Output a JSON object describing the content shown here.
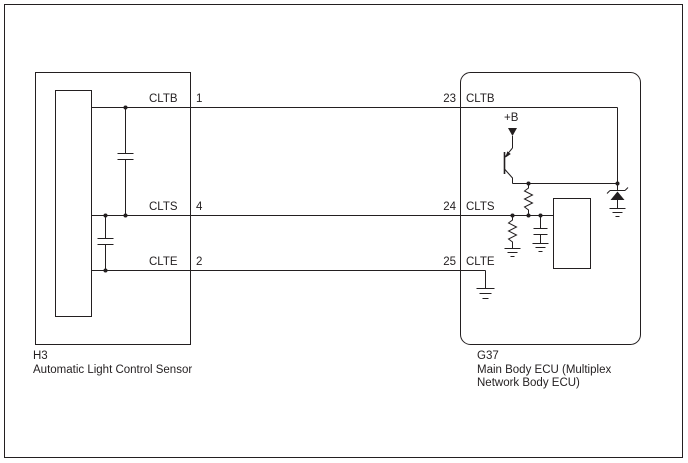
{
  "diagram": {
    "sensor": {
      "code": "H3",
      "name": "Automatic Light Control Sensor",
      "pins": [
        {
          "label": "CLTB",
          "number": "1"
        },
        {
          "label": "CLTS",
          "number": "4"
        },
        {
          "label": "CLTE",
          "number": "2"
        }
      ]
    },
    "ecu": {
      "code": "G37",
      "name_line1": "Main Body ECU (Multiplex",
      "name_line2": "Network Body ECU)",
      "power_label": "+B",
      "pins": [
        {
          "number": "23",
          "label": "CLTB"
        },
        {
          "number": "24",
          "label": "CLTS"
        },
        {
          "number": "25",
          "label": "CLTE"
        }
      ]
    },
    "colors": {
      "line": "#231f20",
      "background": "#ffffff"
    },
    "symbols": [
      "capacitor",
      "transistor",
      "resistor",
      "zener-diode",
      "ground",
      "power-feed-arrow",
      "ic-box"
    ]
  }
}
